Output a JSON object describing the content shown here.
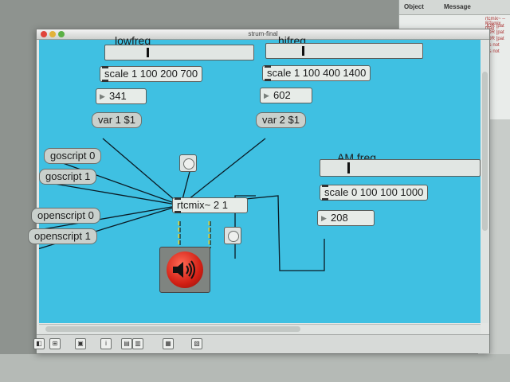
{
  "console": {
    "col_object": "Object",
    "col_message": "Message",
    "line1": "rtcmix~ -- RTcmix max",
    "line2": "JOR [pat",
    "line3": "JOR [pat",
    "line4": "JOR [pat",
    "line5": "ies not",
    "line6": "ies not"
  },
  "window": {
    "title": "strum-final"
  },
  "patch": {
    "lowfreq_label": "lowfreq",
    "hifreq_label": "hifreq",
    "am_label": "AM freq",
    "scale1": "scale 1 100 200 700",
    "scale2": "scale 1 100 400 1400",
    "scale3": "scale 0 100 100 1000",
    "num1": "341",
    "num2": "602",
    "num3": "208",
    "var1": "var 1 $1",
    "var2": "var 2 $1",
    "goscript0": "goscript 0",
    "goscript1": "goscript 1",
    "openscript0": "openscript 0",
    "openscript1": "openscript 1",
    "rtcmix": "rtcmix~ 2 1",
    "slider1_value": 0.27,
    "slider2_value": 0.22,
    "slider3_value": 0.16
  },
  "colors": {
    "canvas": "#3fc0e2",
    "dac_red": "#d21f14",
    "wire_signal": "#d8d84a",
    "wire_control": "#0a1a24"
  },
  "icons": [
    "close-light",
    "minimize-light",
    "zoom-light",
    "speaker-icon",
    "lock-icon",
    "grid-icon"
  ]
}
